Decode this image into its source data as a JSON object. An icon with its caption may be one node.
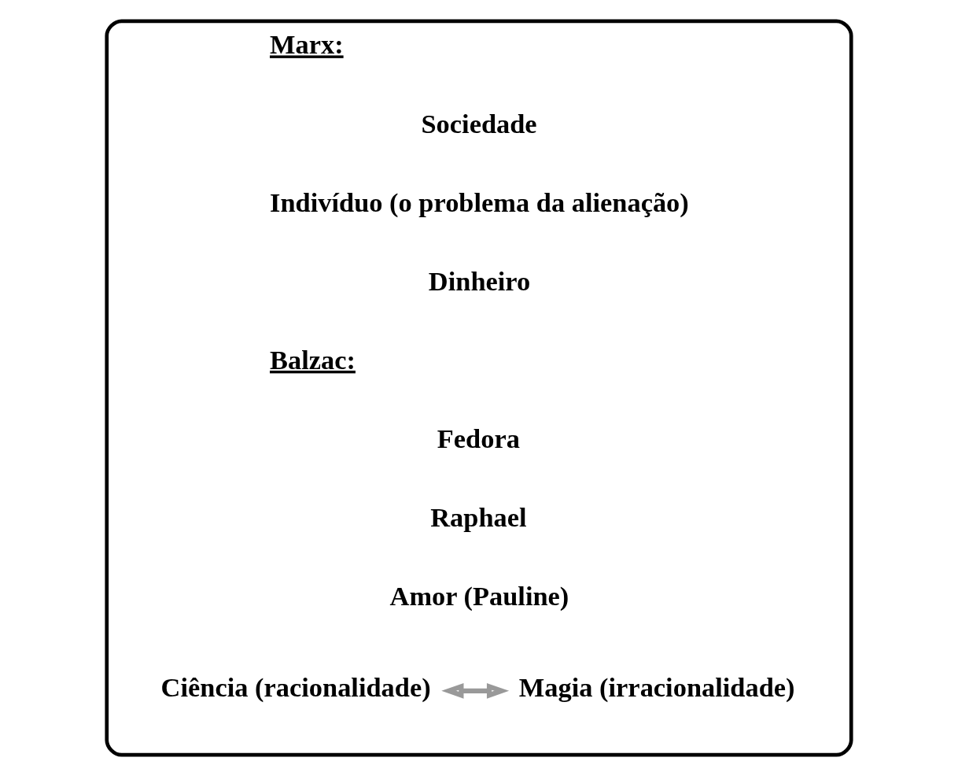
{
  "diagram": {
    "nodes": [
      {
        "text": [
          "Marx:",
          "Sociedade",
          "Indivíduo (o problema da alienação)",
          "Dinheiro",
          "Balzac:",
          "Fedora",
          "Raphael",
          "Amor (Pauline)"
        ]
      },
      {
        "text": [
          "Ciência (racionalidade)"
        ],
        "in": 0
      },
      {
        "text": [
          "Magia (irracionalidade)"
        ],
        "in": 0
      }
    ],
    "edges": [
      {
        "from": 1,
        "to": 2,
        "arrow": "both"
      }
    ]
  }
}
